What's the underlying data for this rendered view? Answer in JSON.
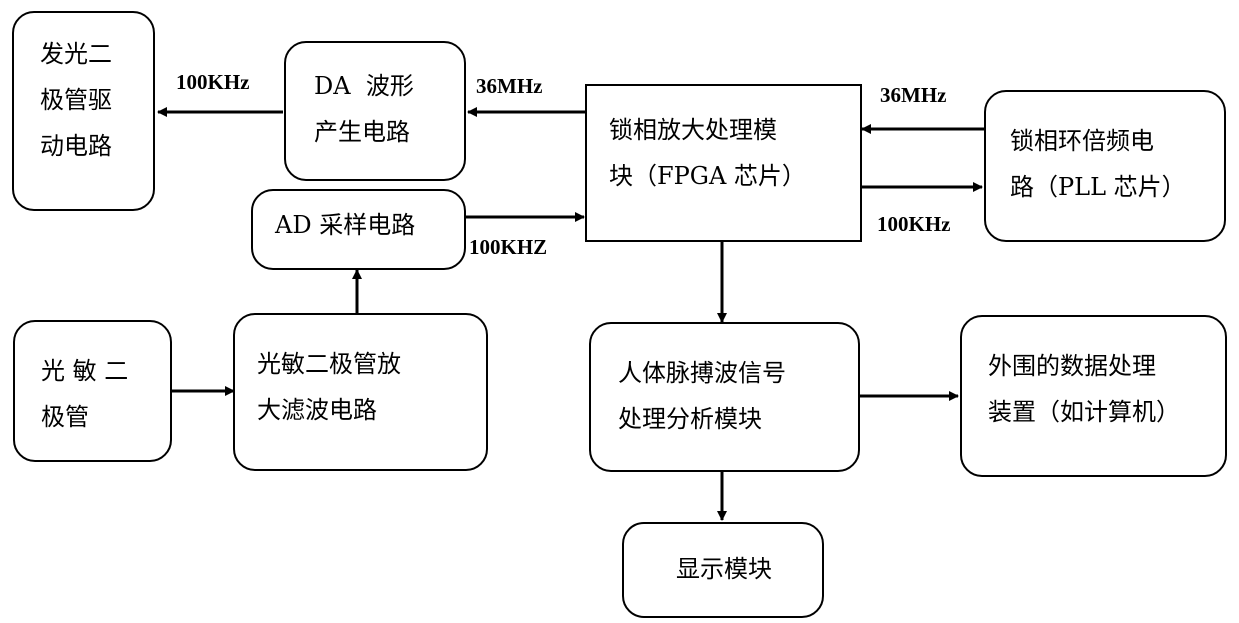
{
  "colors": {
    "line": "#000000",
    "background": "#ffffff"
  },
  "boxes": {
    "led_driver": {
      "lines": [
        "发光二",
        "极管驱",
        "动电路"
      ]
    },
    "da_waveform": {
      "lines": [
        "DA  波形",
        "产生电路"
      ]
    },
    "ad_sampling": {
      "lines": [
        "AD 采样电路"
      ]
    },
    "lockin_fpga": {
      "lines": [
        "锁相放大处理模",
        "块（FPGA 芯片）"
      ]
    },
    "pll_multiplier": {
      "lines": [
        "锁相环倍频电",
        "路（PLL 芯片）"
      ]
    },
    "photodiode": {
      "lines": [
        "光 敏 二",
        "极管"
      ]
    },
    "photodiode_amp": {
      "lines": [
        "光敏二极管放",
        "大滤波电路"
      ]
    },
    "pulse_wave_module": {
      "lines": [
        "人体脉搏波信号",
        "处理分析模块"
      ]
    },
    "external_processor": {
      "lines": [
        "外围的数据处理",
        "装置（如计算机）"
      ]
    },
    "display_module": {
      "lines": [
        "显示模块"
      ]
    }
  },
  "signals": {
    "da_to_led": "100KHz",
    "fpga_to_da": "36MHz",
    "ad_to_fpga": "100KHZ",
    "pll_to_fpga": "36MHz",
    "fpga_to_pll": "100KHz"
  }
}
